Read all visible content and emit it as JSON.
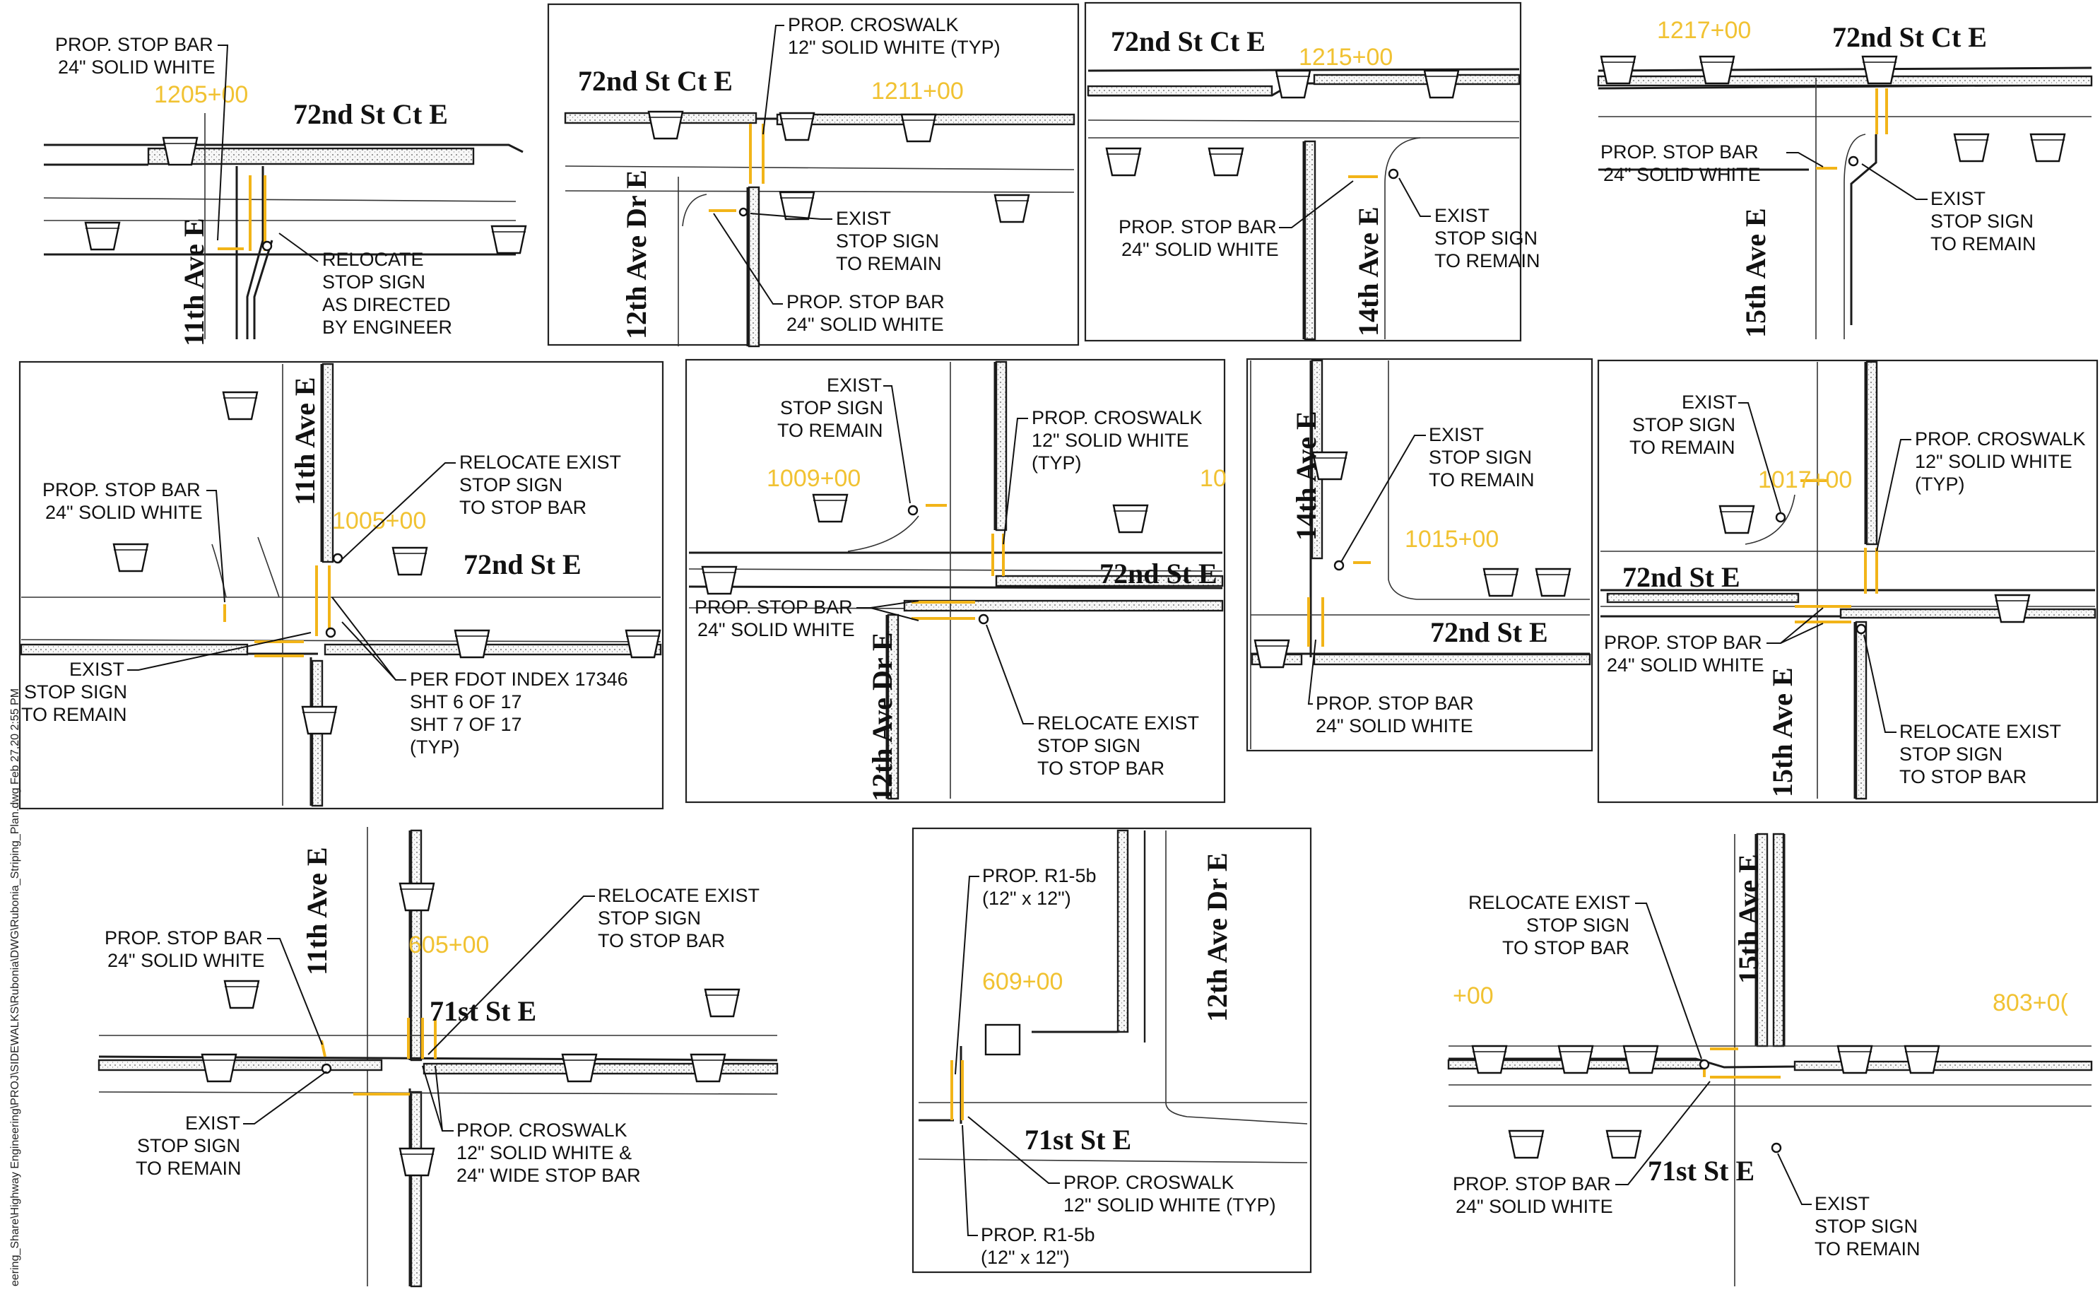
{
  "panels": [
    {
      "id": "p1",
      "streets": [
        {
          "text": "72nd St Ct E"
        },
        {
          "text": "11th Ave E"
        }
      ],
      "stations": [
        "1205+00"
      ],
      "notes": [
        {
          "lines": [
            "PROP. STOP BAR",
            "24\" SOLID WHITE"
          ]
        },
        {
          "lines": [
            "RELOCATE",
            "STOP SIGN",
            "AS DIRECTED",
            "BY ENGINEER"
          ]
        }
      ]
    },
    {
      "id": "p2",
      "streets": [
        {
          "text": "72nd St Ct E"
        },
        {
          "text": "12th Ave Dr E"
        }
      ],
      "stations": [
        "1211+00"
      ],
      "notes": [
        {
          "lines": [
            "PROP. CROSWALK",
            "12\" SOLID WHITE (TYP)"
          ]
        },
        {
          "lines": [
            "EXIST",
            "STOP SIGN",
            "TO REMAIN"
          ]
        },
        {
          "lines": [
            "PROP. STOP BAR",
            "24\" SOLID WHITE"
          ]
        }
      ]
    },
    {
      "id": "p3",
      "streets": [
        {
          "text": "72nd St Ct E"
        },
        {
          "text": "14th Ave E"
        }
      ],
      "stations": [
        "1215+00"
      ],
      "notes": [
        {
          "lines": [
            "PROP. STOP BAR",
            "24\" SOLID WHITE"
          ]
        },
        {
          "lines": [
            "EXIST",
            "STOP SIGN",
            "TO REMAIN"
          ]
        }
      ]
    },
    {
      "id": "p4",
      "streets": [
        {
          "text": "72nd St Ct E"
        },
        {
          "text": "15th Ave E"
        }
      ],
      "stations": [
        "1217+00"
      ],
      "notes": [
        {
          "lines": [
            "PROP. STOP BAR",
            "24\" SOLID WHITE"
          ]
        },
        {
          "lines": [
            "EXIST",
            "STOP SIGN",
            "TO REMAIN"
          ]
        }
      ]
    },
    {
      "id": "p5",
      "streets": [
        {
          "text": "11th Ave E"
        },
        {
          "text": "72nd St E"
        }
      ],
      "stations": [
        "1005+00"
      ],
      "notes": [
        {
          "lines": [
            "PROP. STOP BAR",
            "24\" SOLID WHITE"
          ]
        },
        {
          "lines": [
            "RELOCATE EXIST",
            "STOP SIGN",
            "TO STOP BAR"
          ]
        },
        {
          "lines": [
            "EXIST",
            "STOP SIGN",
            "TO REMAIN"
          ]
        },
        {
          "lines": [
            "PER FDOT INDEX 17346",
            "SHT 6 OF 17",
            "SHT 7 OF 17",
            "(TYP)"
          ]
        }
      ]
    },
    {
      "id": "p6",
      "streets": [
        {
          "text": "72nd St E"
        },
        {
          "text": "12th Ave Dr E"
        }
      ],
      "stations": [
        "1009+00",
        "10"
      ],
      "notes": [
        {
          "lines": [
            "EXIST",
            "STOP SIGN",
            "TO REMAIN"
          ]
        },
        {
          "lines": [
            "PROP. CROSWALK",
            "12\" SOLID WHITE",
            "(TYP)"
          ]
        },
        {
          "lines": [
            "PROP. STOP BAR",
            "24\" SOLID WHITE"
          ]
        },
        {
          "lines": [
            "RELOCATE EXIST",
            "STOP SIGN",
            "TO STOP BAR"
          ]
        }
      ]
    },
    {
      "id": "p7",
      "streets": [
        {
          "text": "14th Ave E"
        },
        {
          "text": "72nd St E"
        }
      ],
      "stations": [
        "1015+00"
      ],
      "notes": [
        {
          "lines": [
            "EXIST",
            "STOP SIGN",
            "TO REMAIN"
          ]
        },
        {
          "lines": [
            "PROP. STOP BAR",
            "24\" SOLID WHITE"
          ]
        }
      ]
    },
    {
      "id": "p8",
      "streets": [
        {
          "text": "72nd St E"
        },
        {
          "text": "15th Ave E"
        }
      ],
      "stations": [
        "1017+00"
      ],
      "notes": [
        {
          "lines": [
            "EXIST",
            "STOP SIGN",
            "TO REMAIN"
          ]
        },
        {
          "lines": [
            "PROP. CROSWALK",
            "12\" SOLID WHITE",
            "(TYP)"
          ]
        },
        {
          "lines": [
            "PROP. STOP BAR",
            "24\" SOLID WHITE"
          ]
        },
        {
          "lines": [
            "RELOCATE EXIST",
            "STOP SIGN",
            "TO STOP BAR"
          ]
        }
      ]
    },
    {
      "id": "p9",
      "streets": [
        {
          "text": "11th Ave E"
        },
        {
          "text": "71st St E"
        }
      ],
      "stations": [
        "605+00"
      ],
      "notes": [
        {
          "lines": [
            "PROP. STOP BAR",
            "24\" SOLID WHITE"
          ]
        },
        {
          "lines": [
            "RELOCATE EXIST",
            "STOP SIGN",
            "TO STOP BAR"
          ]
        },
        {
          "lines": [
            "EXIST",
            "STOP SIGN",
            "TO REMAIN"
          ]
        },
        {
          "lines": [
            "PROP. CROSWALK",
            "12\" SOLID WHITE &",
            "24\" WIDE STOP BAR"
          ]
        }
      ]
    },
    {
      "id": "p10",
      "streets": [
        {
          "text": "12th Ave Dr E"
        },
        {
          "text": "71st St E"
        }
      ],
      "stations": [
        "609+00"
      ],
      "notes": [
        {
          "lines": [
            "PROP. R1-5b",
            "(12\" x 12\")"
          ]
        },
        {
          "lines": [
            "PROP. CROSWALK",
            "12\" SOLID WHITE (TYP)"
          ]
        },
        {
          "lines": [
            "PROP. R1-5b",
            "(12\" x 12\")"
          ]
        }
      ]
    },
    {
      "id": "p11",
      "streets": [
        {
          "text": "15th Ave E"
        },
        {
          "text": "71st St E"
        }
      ],
      "stations": [
        "+00",
        "803+0("
      ],
      "notes": [
        {
          "lines": [
            "RELOCATE EXIST",
            "STOP SIGN",
            "TO STOP BAR"
          ]
        },
        {
          "lines": [
            "PROP. STOP BAR",
            "24\" SOLID WHITE"
          ]
        },
        {
          "lines": [
            "EXIST",
            "STOP SIGN",
            "TO REMAIN"
          ]
        }
      ]
    }
  ],
  "margin_path": "eering_Share\\Highway Engineering\\PROJ\\SIDEWALKS\\Rubonia\\DWG\\Rubonia_Striping_Plan.dwg   Feb 27,20  2:55 PM",
  "colors": {
    "striping": "#f2b418",
    "station": "#f1c232",
    "linework": "#1b1b1b"
  }
}
